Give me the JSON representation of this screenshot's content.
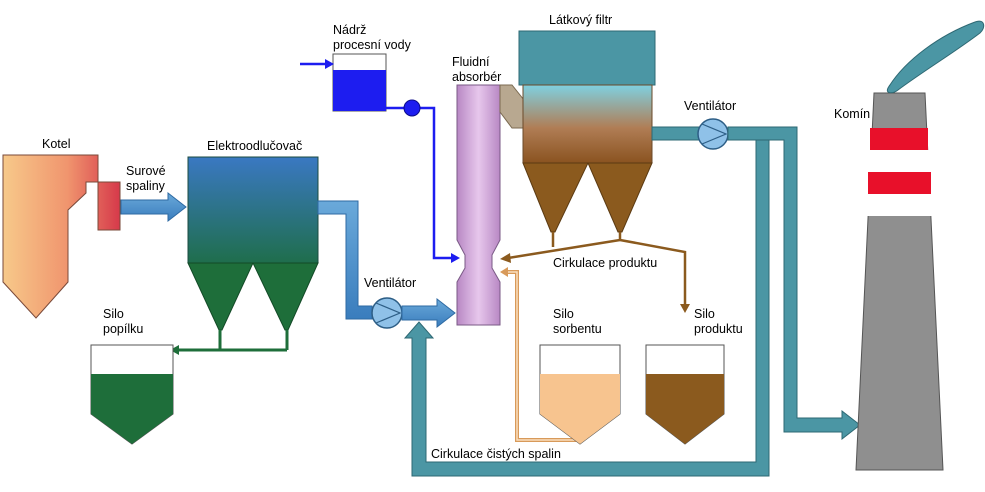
{
  "labels": {
    "kotel": "Kotel",
    "surove_1": "Surové",
    "surove_2": "spaliny",
    "elektro": "Elektroodlučovač",
    "silo_popilku_1": "Silo",
    "silo_popilku_2": "popílku",
    "ventilator_1": "Ventilátor",
    "nadrz_1": "Nádrž",
    "nadrz_2": "procesní vody",
    "fluidni_1": "Fluidní",
    "fluidni_2": "absorbér",
    "latkovy": "Látkový filtr",
    "ventilator_2": "Ventilátor",
    "komin": "Komín",
    "cirk_produktu": "Cirkulace produktu",
    "silo_sorbentu_1": "Silo",
    "silo_sorbentu_2": "sorbentu",
    "silo_produktu_1": "Silo",
    "silo_produktu_2": "produktu",
    "cirk_spalin": "Cirkulace čistých spalin"
  },
  "colors": {
    "flue_gas_pipe": "#4a8fc9",
    "clean_gas_pipe": "#4b96a4",
    "ash": "#1e6e3a",
    "water": "#1d1df0",
    "product": "#8b5a1e",
    "sorbent": "#f7c48f",
    "absorber": "#c79ad0",
    "chimney": "#8f8f8f",
    "chimney_band": "#e8102a"
  }
}
